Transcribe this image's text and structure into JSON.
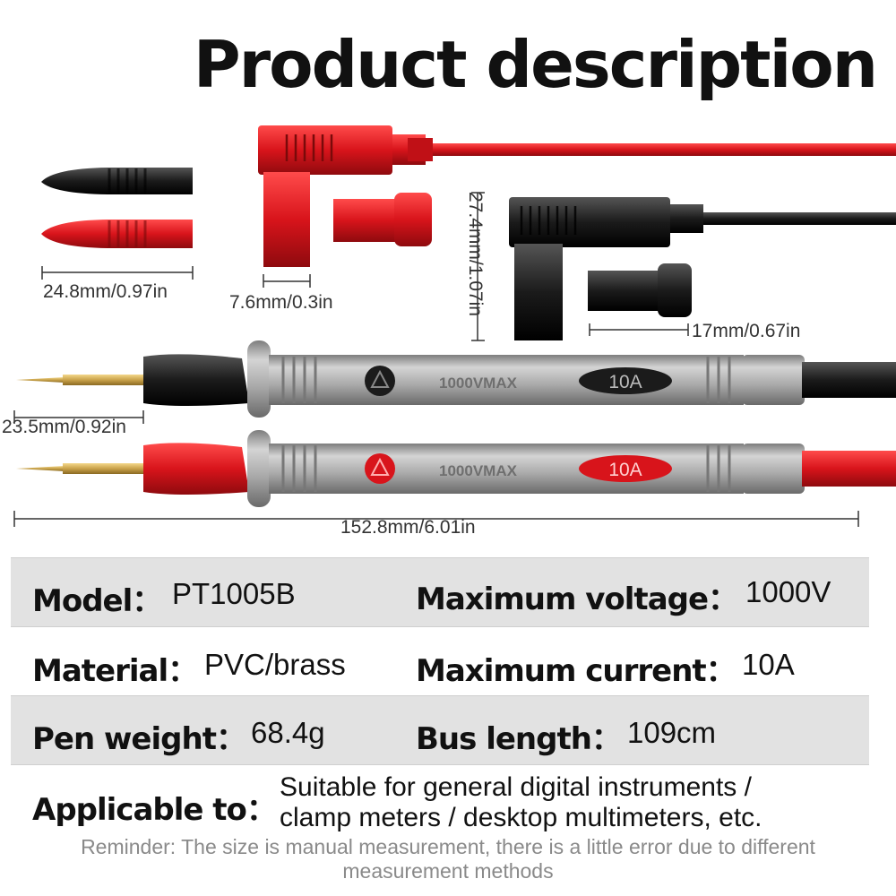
{
  "title": "Product description",
  "dimensions": {
    "tip_cap": "24.8mm/0.97in",
    "plug_width": "7.6mm/0.3in",
    "plug_height": "27.4mm/1.07in",
    "sleeve": "17mm/0.67in",
    "needle": "23.5mm/0.92in",
    "overall": "152.8mm/6.01in"
  },
  "probe": {
    "voltage_marking": "1000VMAX",
    "current_marking": "10A"
  },
  "specs": {
    "model_label": "Model：",
    "model_value": "PT1005B",
    "max_voltage_label": "Maximum voltage：",
    "max_voltage_value": "1000V",
    "material_label": "Material：",
    "material_value": "PVC/brass",
    "max_current_label": "Maximum current：",
    "max_current_value": "10A",
    "pen_weight_label": "Pen weight：",
    "pen_weight_value": "68.4g",
    "bus_length_label": "Bus length：",
    "bus_length_value": "109cm",
    "applicable_label": "Applicable to：",
    "applicable_line1": "Suitable for general digital instruments /",
    "applicable_line2": "clamp meters / desktop multimeters, etc."
  },
  "reminder_line1": "Reminder: The size is manual measurement, there is a little error due to different",
  "reminder_line2": "measurement methods",
  "colors": {
    "red": "#d8141b",
    "black": "#1b1b1b",
    "grey_body": "#a9a9a9",
    "brass": "#c9a24a",
    "row_grey": "#e2e2e2"
  }
}
